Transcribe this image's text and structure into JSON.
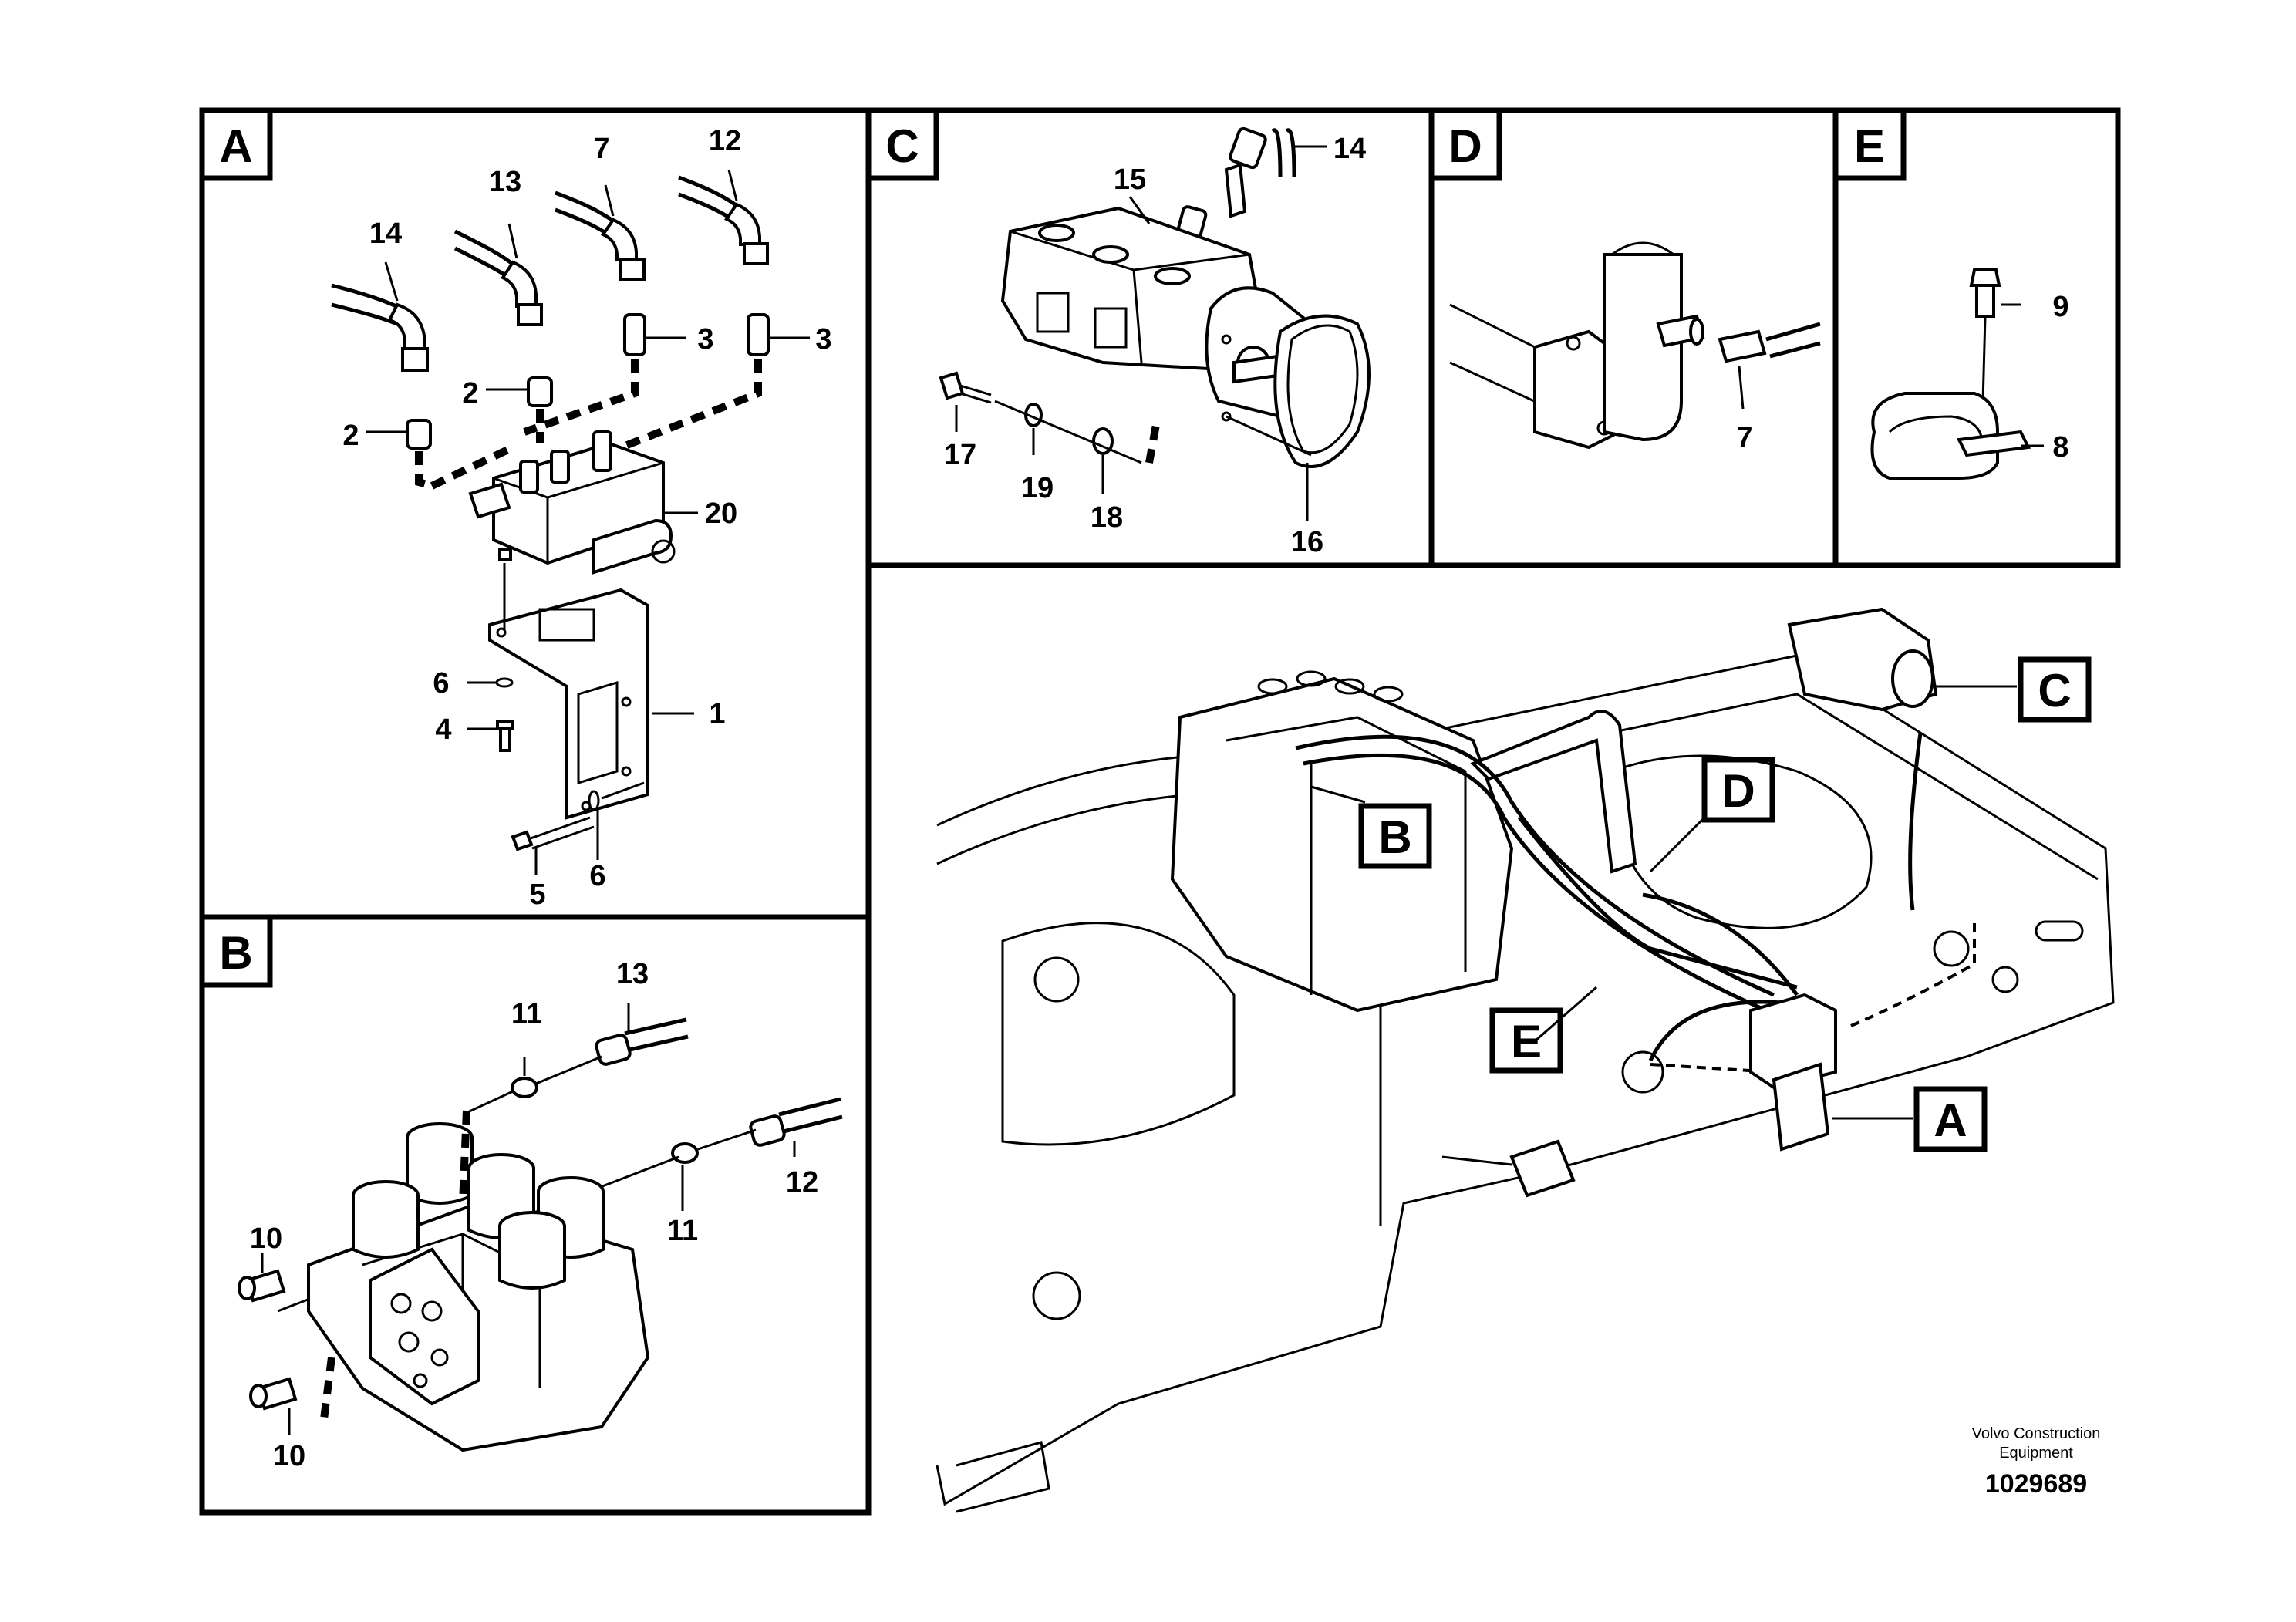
{
  "sections": {
    "A": {
      "tag": "A",
      "labels": [
        "14",
        "13",
        "7",
        "12",
        "3",
        "3",
        "2",
        "2",
        "20",
        "1",
        "6",
        "4",
        "5",
        "6"
      ]
    },
    "B": {
      "tag": "B",
      "labels": [
        "11",
        "13",
        "11",
        "12",
        "10",
        "10"
      ]
    },
    "C": {
      "tag": "C",
      "labels": [
        "15",
        "14",
        "17",
        "19",
        "18",
        "16"
      ]
    },
    "D": {
      "tag": "D",
      "labels": [
        "7"
      ]
    },
    "E": {
      "tag": "E",
      "labels": [
        "9",
        "8"
      ]
    }
  },
  "overview_callouts": [
    "C",
    "D",
    "B",
    "E",
    "A"
  ],
  "footer": {
    "company_line1": "Volvo Construction",
    "company_line2": "Equipment",
    "drawing_number": "1029689"
  }
}
